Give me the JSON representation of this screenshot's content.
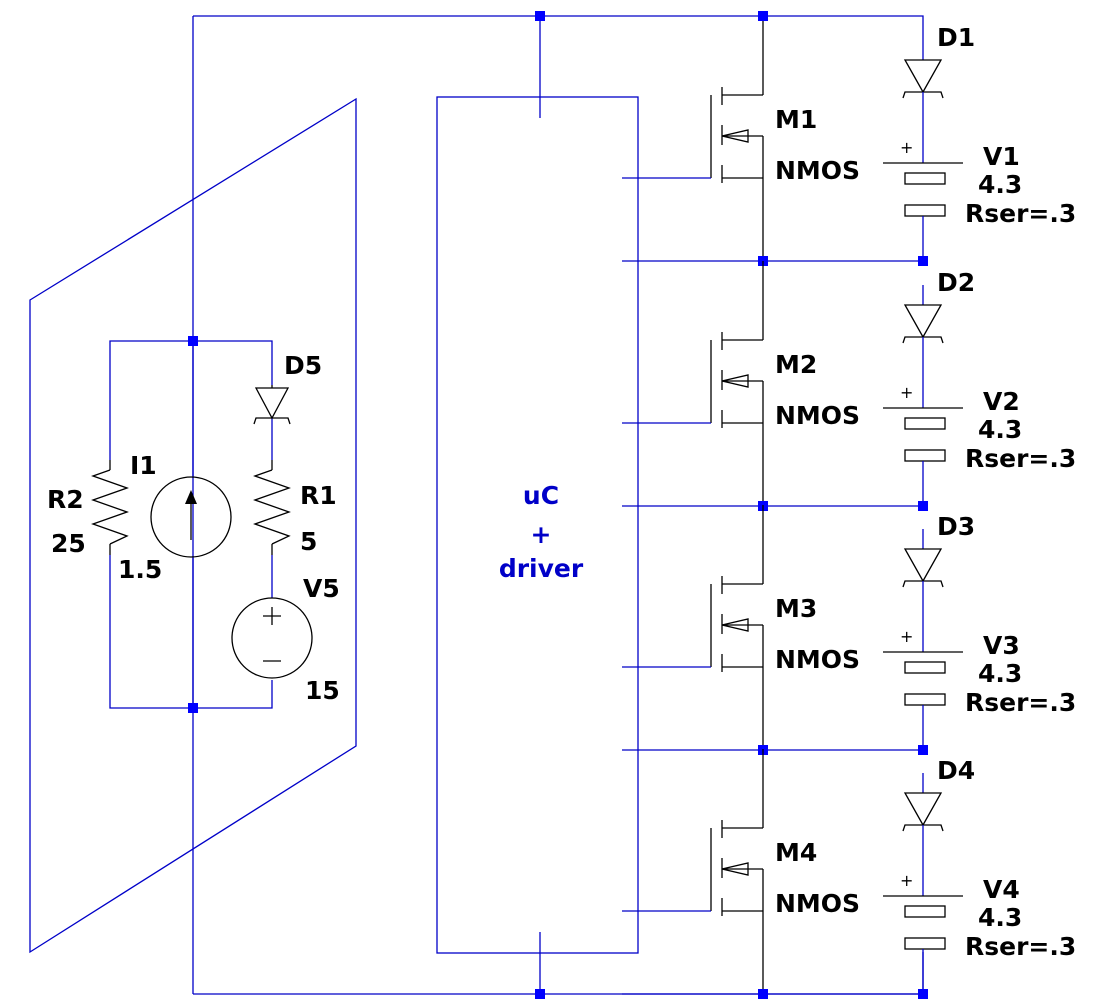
{
  "colors": {
    "wire": "#0000c8",
    "component": "#000000",
    "junction": "#0000ff"
  },
  "block": {
    "line1": "uC",
    "line2": "+",
    "line3": "driver"
  },
  "cells": [
    {
      "diode": "D1",
      "mosfet": "M1",
      "mos_type": "NMOS",
      "battery": "V1",
      "voltage": "4.3",
      "rser": "Rser=.3"
    },
    {
      "diode": "D2",
      "mosfet": "M2",
      "mos_type": "NMOS",
      "battery": "V2",
      "voltage": "4.3",
      "rser": "Rser=.3"
    },
    {
      "diode": "D3",
      "mosfet": "M3",
      "mos_type": "NMOS",
      "battery": "V3",
      "voltage": "4.3",
      "rser": "Rser=.3"
    },
    {
      "diode": "D4",
      "mosfet": "M4",
      "mos_type": "NMOS",
      "battery": "V4",
      "voltage": "4.3",
      "rser": "Rser=.3"
    }
  ],
  "charger": {
    "r2": {
      "name": "R2",
      "value": "25"
    },
    "i1": {
      "name": "I1",
      "value": "1.5"
    },
    "d5": {
      "name": "D5"
    },
    "r1": {
      "name": "R1",
      "value": "5"
    },
    "v5": {
      "name": "V5",
      "value": "15"
    }
  },
  "glyphs": {
    "plus": "+"
  }
}
